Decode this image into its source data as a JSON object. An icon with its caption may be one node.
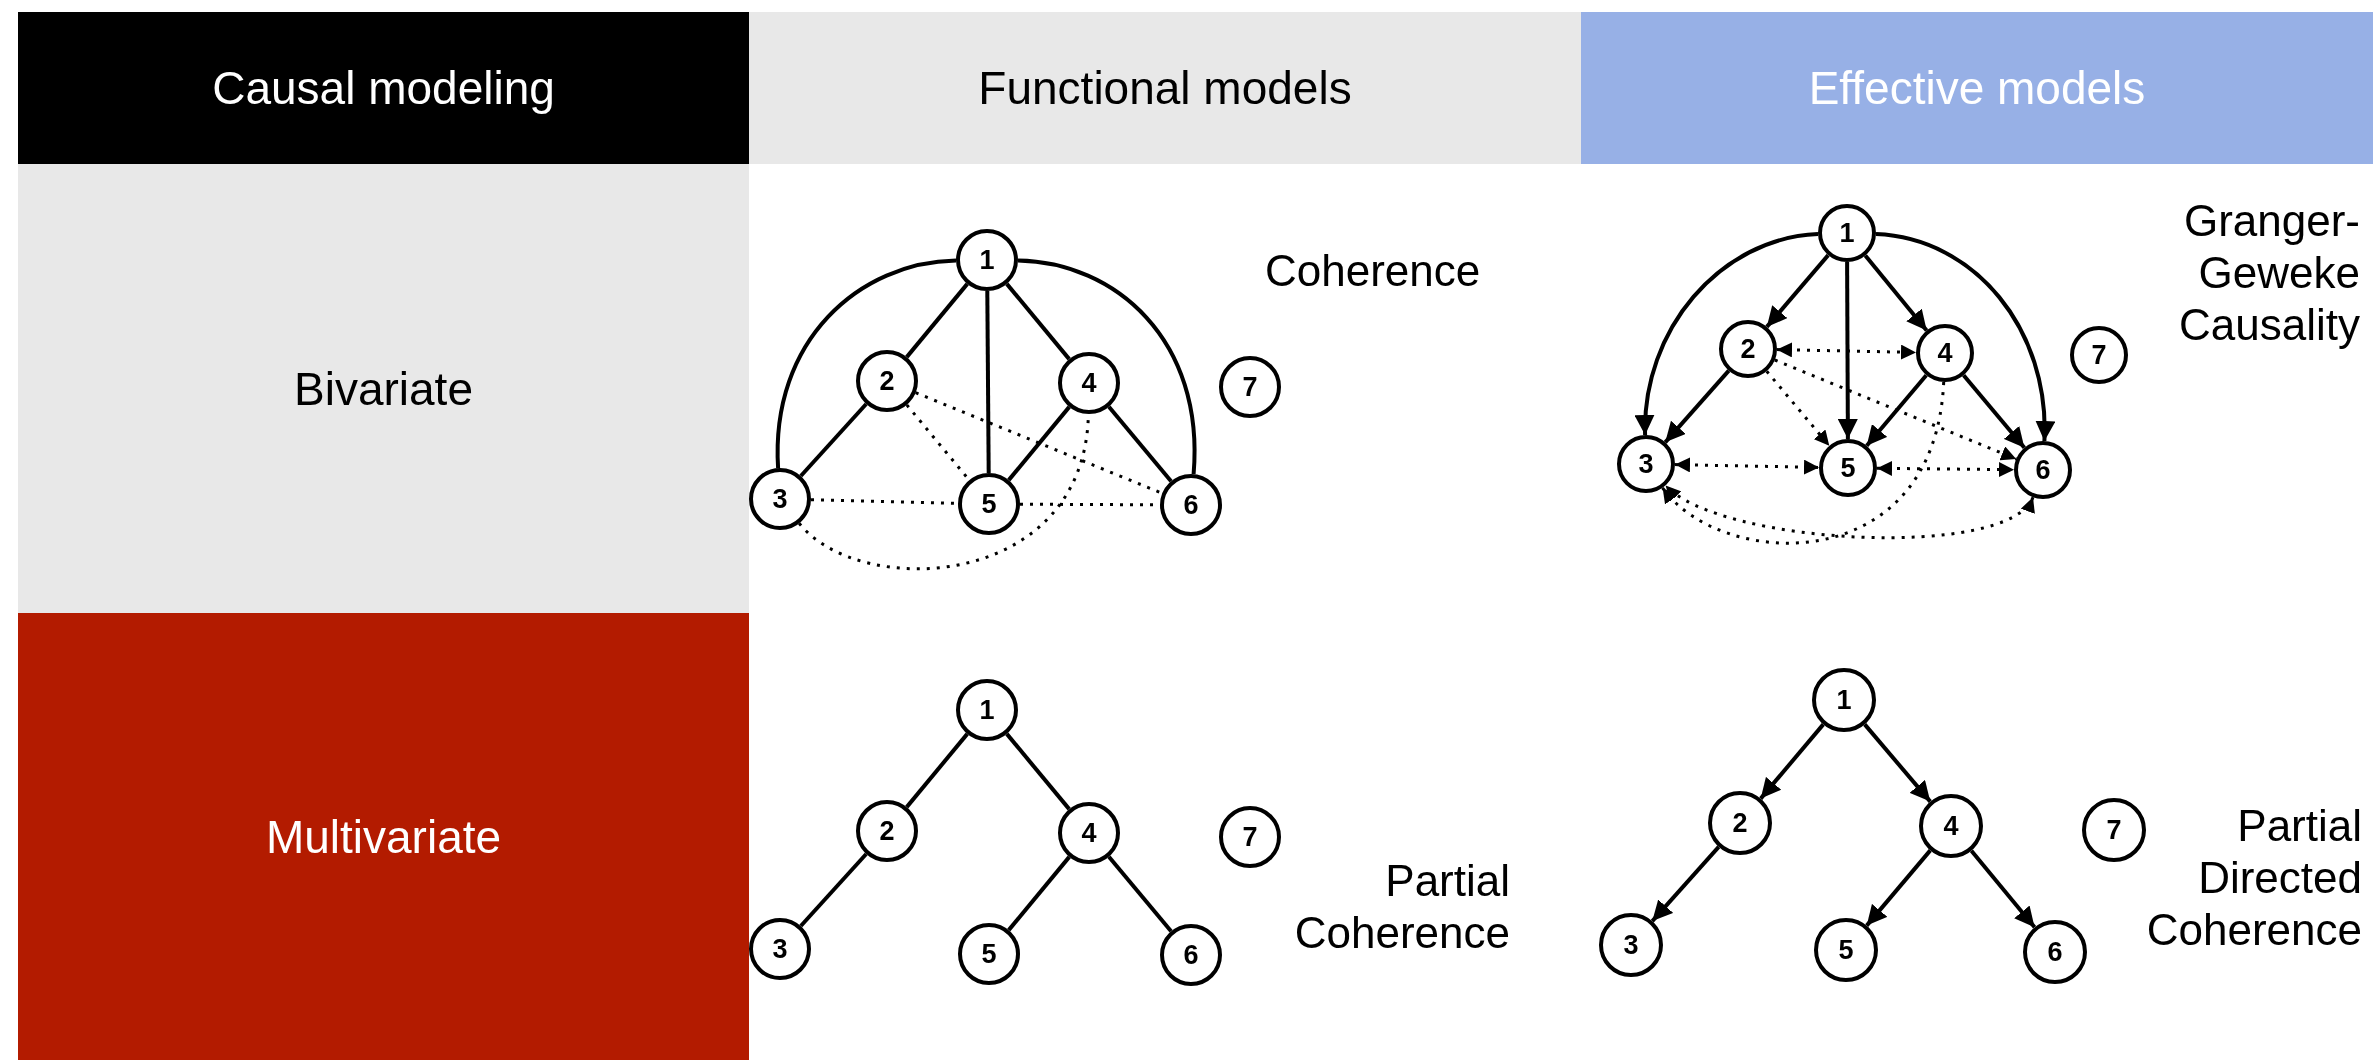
{
  "diagram": {
    "nodes": [
      {
        "text": [
          "Causal modeling"
        ]
      },
      {
        "text": [
          "Functional models"
        ]
      },
      {
        "text": [
          "Effective models"
        ]
      },
      {
        "text": [
          "Bivariate"
        ]
      },
      {
        "text": [
          "1"
        ]
      },
      {
        "text": [
          "2"
        ]
      },
      {
        "text": [
          "3"
        ]
      },
      {
        "text": [
          "4"
        ]
      },
      {
        "text": [
          "5"
        ]
      },
      {
        "text": [
          "6"
        ]
      },
      {
        "text": [
          "7"
        ]
      },
      {
        "text": [
          "1"
        ]
      },
      {
        "text": [
          "2"
        ]
      },
      {
        "text": [
          "3"
        ]
      },
      {
        "text": [
          "4"
        ]
      },
      {
        "text": [
          "5"
        ]
      },
      {
        "text": [
          "6"
        ]
      },
      {
        "text": [
          "7"
        ]
      },
      {
        "text": [
          "Multivariate"
        ]
      },
      {
        "text": [
          "1"
        ]
      },
      {
        "text": [
          "2"
        ]
      },
      {
        "text": [
          "3"
        ]
      },
      {
        "text": [
          "4"
        ]
      },
      {
        "text": [
          "5"
        ]
      },
      {
        "text": [
          "6"
        ]
      },
      {
        "text": [
          "7"
        ]
      },
      {
        "text": [
          "1"
        ]
      },
      {
        "text": [
          "2"
        ]
      },
      {
        "text": [
          "3"
        ]
      },
      {
        "text": [
          "4"
        ]
      },
      {
        "text": [
          "5"
        ]
      },
      {
        "text": [
          "6"
        ]
      },
      {
        "text": [
          "7"
        ]
      }
    ],
    "edges": [
      {
        "from": 4,
        "to": 5,
        "arrow": "none"
      },
      {
        "from": 4,
        "to": 6,
        "arrow": "none"
      },
      {
        "from": 4,
        "to": 8,
        "arrow": "none"
      },
      {
        "from": 4,
        "to": 7,
        "arrow": "none"
      },
      {
        "from": 4,
        "to": 9,
        "arrow": "none"
      },
      {
        "from": 5,
        "to": 6,
        "arrow": "none"
      },
      {
        "from": 7,
        "to": 8,
        "arrow": "none"
      },
      {
        "from": 7,
        "to": 9,
        "arrow": "none"
      },
      {
        "from": 5,
        "to": 8,
        "arrow": "none",
        "style": "dashed"
      },
      {
        "from": 5,
        "to": 9,
        "arrow": "none",
        "style": "dashed"
      },
      {
        "from": 6,
        "to": 8,
        "arrow": "none",
        "style": "dashed"
      },
      {
        "from": 8,
        "to": 9,
        "arrow": "none",
        "style": "dashed"
      },
      {
        "from": 6,
        "to": 7,
        "arrow": "none",
        "style": "dashed"
      },
      {
        "from": 11,
        "to": 12,
        "arrow": "to"
      },
      {
        "from": 11,
        "to": 13,
        "arrow": "to"
      },
      {
        "from": 11,
        "to": 15,
        "arrow": "to"
      },
      {
        "from": 11,
        "to": 14,
        "arrow": "to"
      },
      {
        "from": 11,
        "to": 16,
        "arrow": "to"
      },
      {
        "from": 12,
        "to": 13,
        "arrow": "to"
      },
      {
        "from": 14,
        "to": 15,
        "arrow": "to"
      },
      {
        "from": 14,
        "to": 16,
        "arrow": "to"
      },
      {
        "from": 12,
        "to": 14,
        "arrow": "both",
        "style": "dashed"
      },
      {
        "from": 12,
        "to": 15,
        "arrow": "to",
        "style": "dashed"
      },
      {
        "from": 12,
        "to": 16,
        "arrow": "to",
        "style": "dashed"
      },
      {
        "from": 13,
        "to": 15,
        "arrow": "both",
        "style": "dashed"
      },
      {
        "from": 15,
        "to": 16,
        "arrow": "both",
        "style": "dashed"
      },
      {
        "from": 14,
        "to": 13,
        "arrow": "to",
        "style": "dashed"
      },
      {
        "from": 16,
        "to": 13,
        "arrow": "both",
        "style": "dashed"
      },
      {
        "from": 19,
        "to": 20,
        "arrow": "none"
      },
      {
        "from": 20,
        "to": 21,
        "arrow": "none"
      },
      {
        "from": 19,
        "to": 22,
        "arrow": "none"
      },
      {
        "from": 22,
        "to": 23,
        "arrow": "none"
      },
      {
        "from": 22,
        "to": 24,
        "arrow": "none"
      },
      {
        "from": 26,
        "to": 27,
        "arrow": "to"
      },
      {
        "from": 27,
        "to": 28,
        "arrow": "to"
      },
      {
        "from": 26,
        "to": 29,
        "arrow": "to"
      },
      {
        "from": 29,
        "to": 30,
        "arrow": "to"
      },
      {
        "from": 29,
        "to": 31,
        "arrow": "to"
      }
    ],
    "labels": [
      "Coherence",
      "Granger-Geweke Causality",
      "Partial Coherence",
      "Partial Directed Coherence"
    ]
  }
}
